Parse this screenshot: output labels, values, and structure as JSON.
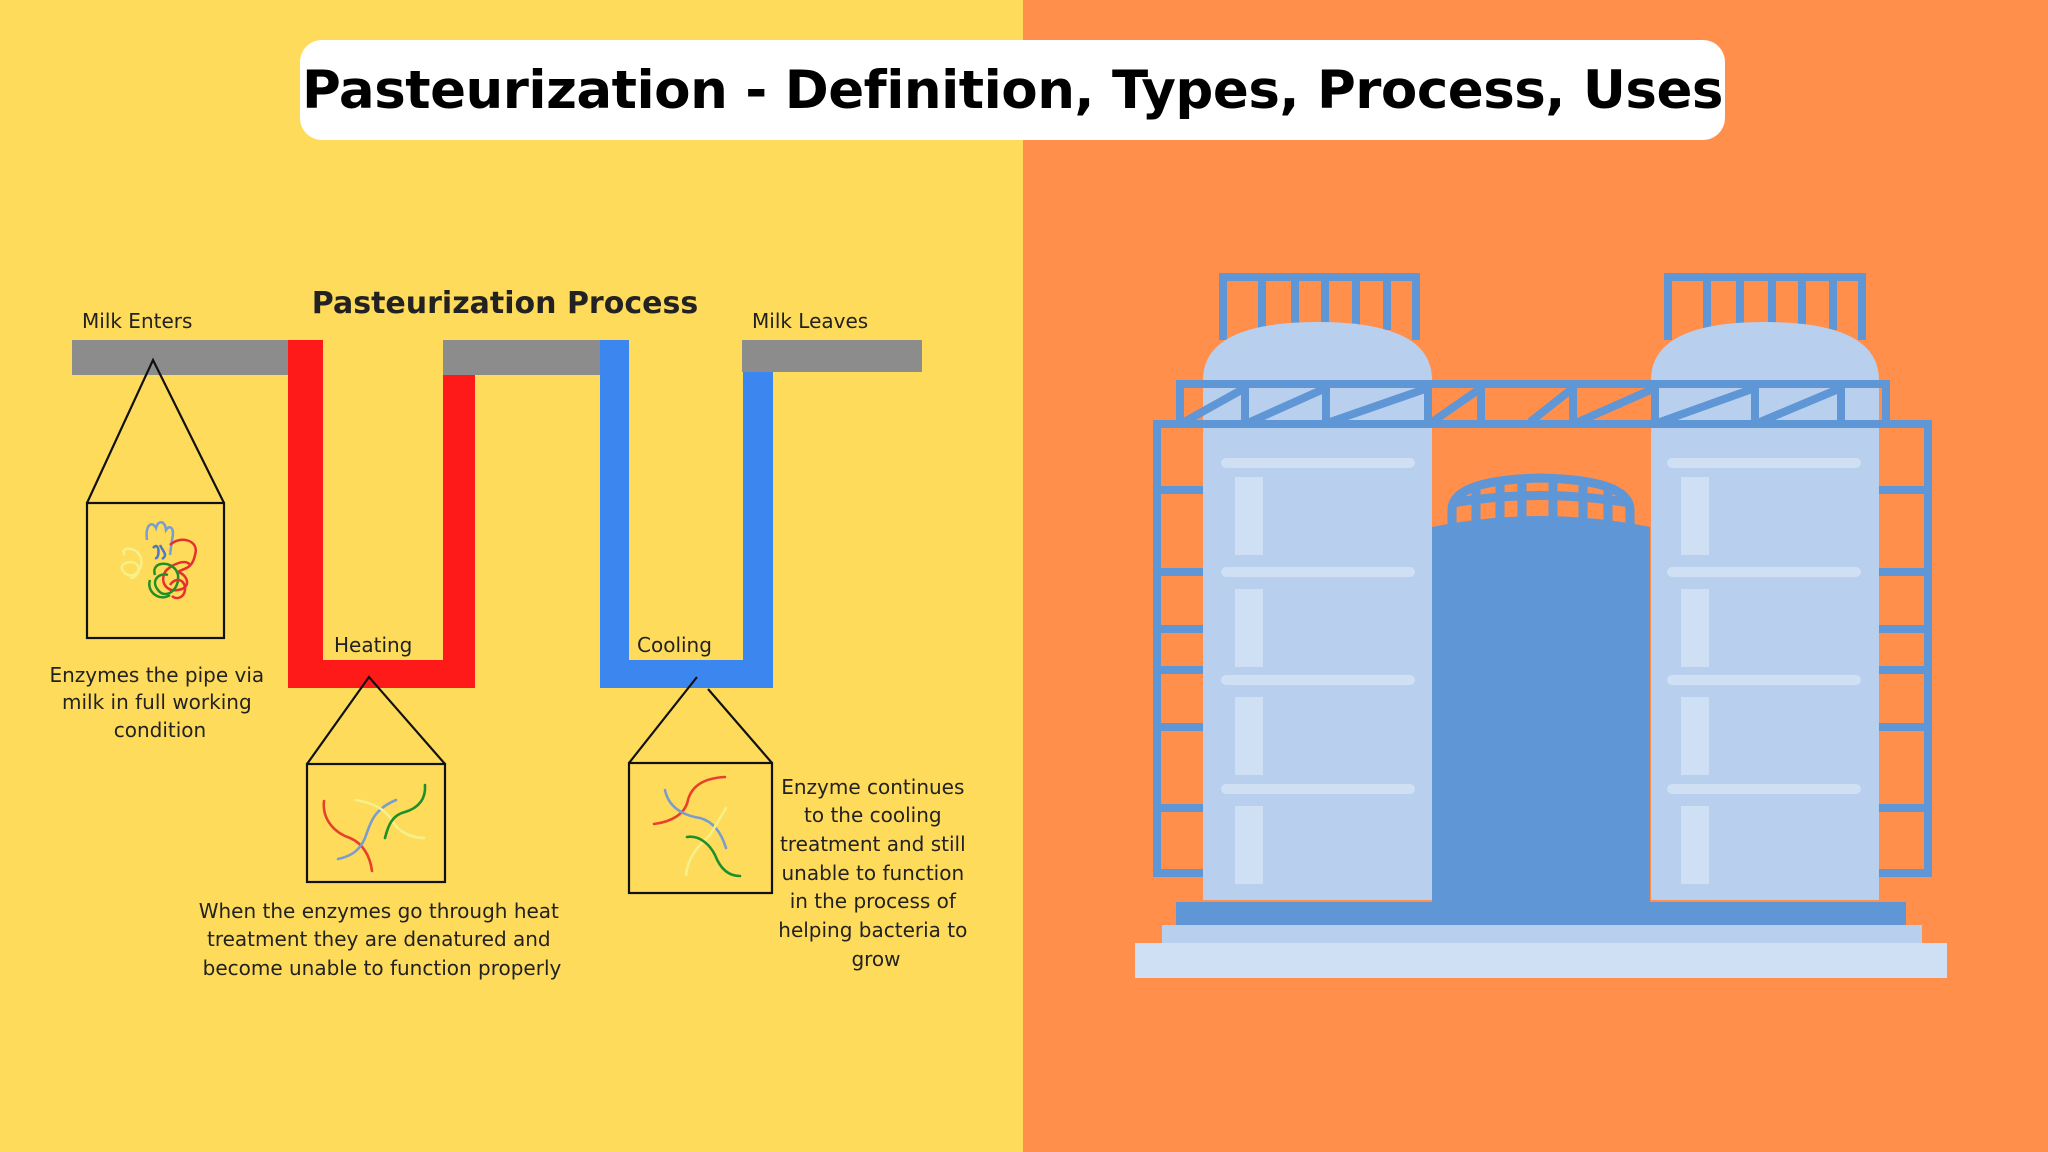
{
  "page": {
    "title": "Pasteurization - Definition, Types, Process, Uses",
    "colors": {
      "left_background": "#FEDB5A",
      "right_background": "#FF8F4B",
      "title_box": "#FFFFFF"
    }
  },
  "diagram": {
    "title": "Pasteurization Process",
    "labels": {
      "milk_enters": "Milk Enters",
      "milk_leaves": "Milk Leaves",
      "heating": "Heating",
      "cooling": "Cooling"
    },
    "captions": {
      "enters": [
        "Enzymes the pipe via",
        "milk in full working",
        "condition"
      ],
      "heating": [
        "When the enzymes go through heat",
        "treatment they are denatured and",
        "become unable to function properly"
      ],
      "cooling": [
        "Enzyme continues",
        "to the cooling",
        "treatment and still",
        "unable to function",
        "in the process of",
        "helping bacteria to",
        "grow"
      ]
    },
    "colors": {
      "pipe": "#8C8C8C",
      "heating_pipe": "#FF1A1A",
      "cooling_pipe": "#3C86F0",
      "enzyme_red": "#E8402A",
      "enzyme_blue": "#7A9DD0",
      "enzyme_green": "#1F8F2A",
      "enzyme_yellow": "#F6F08A"
    }
  },
  "illustration": {
    "subject": "industrial-milk-storage-tanks",
    "colors": {
      "frame": "#5F96D6",
      "tank_light": "#B9CFEE",
      "tank_highlight": "#CFDFF4",
      "tank_dark": "#5F96D6",
      "base_light": "#CFDFF4"
    }
  }
}
